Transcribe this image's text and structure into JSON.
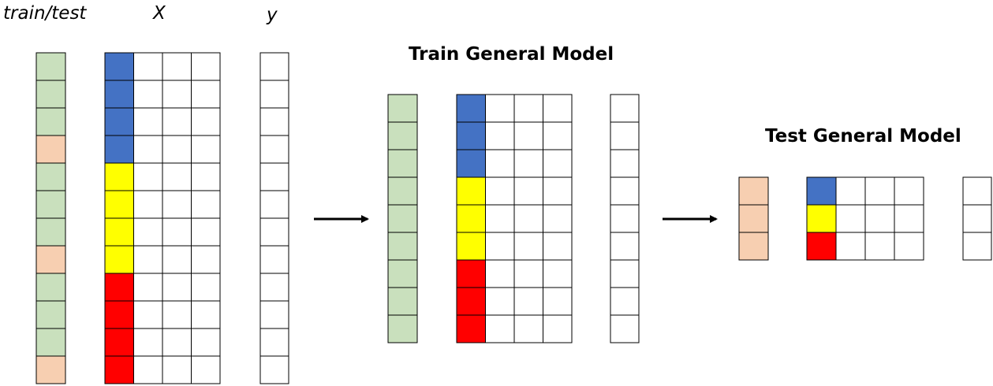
{
  "labels": {
    "split": "train/test",
    "x": "X",
    "y": "y",
    "train_title": "Train General Model",
    "test_title": "Test General Model"
  },
  "colors": {
    "train": "#c9e0bd",
    "test": "#f7cfb1",
    "group_blue": "#4472c4",
    "group_yellow": "#ffff00",
    "group_red": "#ff0000",
    "empty": "#ffffff",
    "border": "#000000"
  },
  "full_dataset": {
    "split": [
      "train",
      "train",
      "train",
      "test",
      "train",
      "train",
      "train",
      "test",
      "train",
      "train",
      "train",
      "test"
    ],
    "groups": [
      "blue",
      "blue",
      "blue",
      "blue",
      "yellow",
      "yellow",
      "yellow",
      "yellow",
      "red",
      "red",
      "red",
      "red"
    ],
    "extra_feature_columns": 3
  },
  "train_set": {
    "split": [
      "train",
      "train",
      "train",
      "train",
      "train",
      "train",
      "train",
      "train",
      "train"
    ],
    "groups": [
      "blue",
      "blue",
      "blue",
      "yellow",
      "yellow",
      "yellow",
      "red",
      "red",
      "red"
    ],
    "extra_feature_columns": 3
  },
  "test_set": {
    "split": [
      "test",
      "test",
      "test"
    ],
    "groups": [
      "blue",
      "yellow",
      "red"
    ],
    "extra_feature_columns": 3
  }
}
